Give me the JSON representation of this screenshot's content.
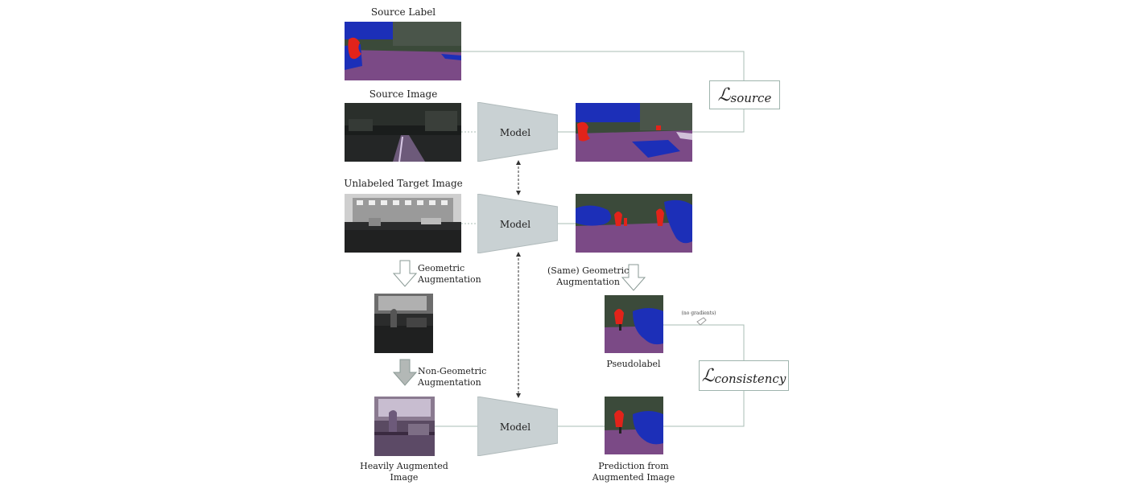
{
  "labels": {
    "source_label": "Source Label",
    "source_image": "Source Image",
    "unlabeled_target_image": "Unlabeled Target  Image",
    "geometric_aug": [
      "Geometric",
      "Augmentation"
    ],
    "same_geometric_aug": [
      "(Same) Geometric",
      "Augmentation"
    ],
    "non_geometric_aug": [
      "Non-Geometric",
      "Augmentation"
    ],
    "pseudolabel": "Pseudolabel",
    "no_gradients": "(no gradients)",
    "heavily_augmented": [
      "Heavily Augmented",
      "Image"
    ],
    "prediction_from_aug": [
      "Prediction from",
      "Augmented Image"
    ]
  },
  "models": [
    "Model",
    "Model",
    "Model"
  ],
  "losses": {
    "source": {
      "symbol": "ℒ",
      "sub": "source"
    },
    "consistency": {
      "symbol": "ℒ",
      "sub": "consistency"
    }
  },
  "colors": {
    "road": "#7b4a86",
    "sky": "#1c2fb8",
    "person": "#e2231a",
    "vegetation": "#3b4a3a",
    "model_fill": "#c9d1d3",
    "wire": "#9fb4ad"
  }
}
